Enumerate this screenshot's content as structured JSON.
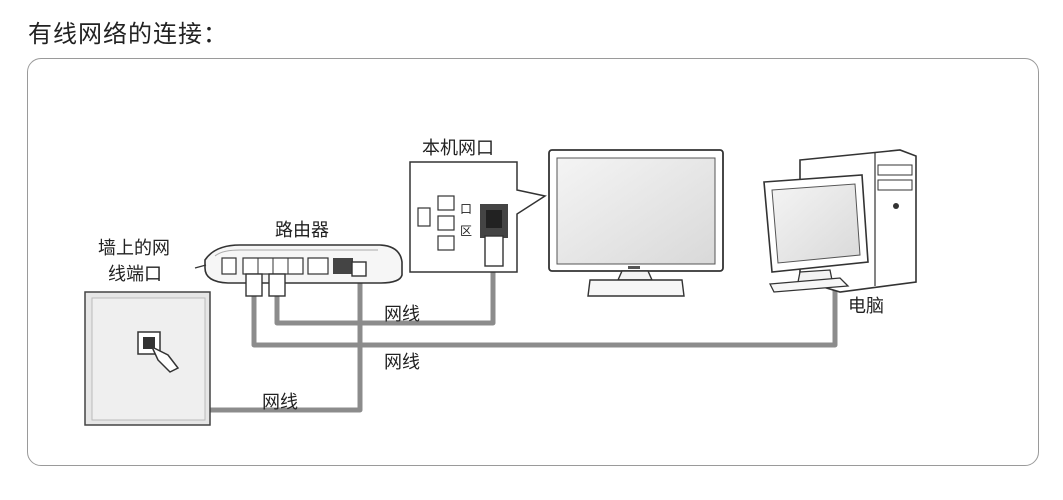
{
  "title": "有线网络的连接：",
  "labels": {
    "wall_port_line1": "墙上的网",
    "wall_port_line2": "线端口",
    "router": "路由器",
    "tv_port": "本机网口",
    "computer": "电脑",
    "cable_tv": "网线",
    "cable_pc": "网线",
    "cable_wall": "网线"
  },
  "tv_panel_glyphs": {
    "top": "口",
    "bottom": "区"
  },
  "colors": {
    "cable": "#8c8c8c",
    "outline": "#333333",
    "frame": "#9a9a9a",
    "screen": "#e9e9e9"
  }
}
